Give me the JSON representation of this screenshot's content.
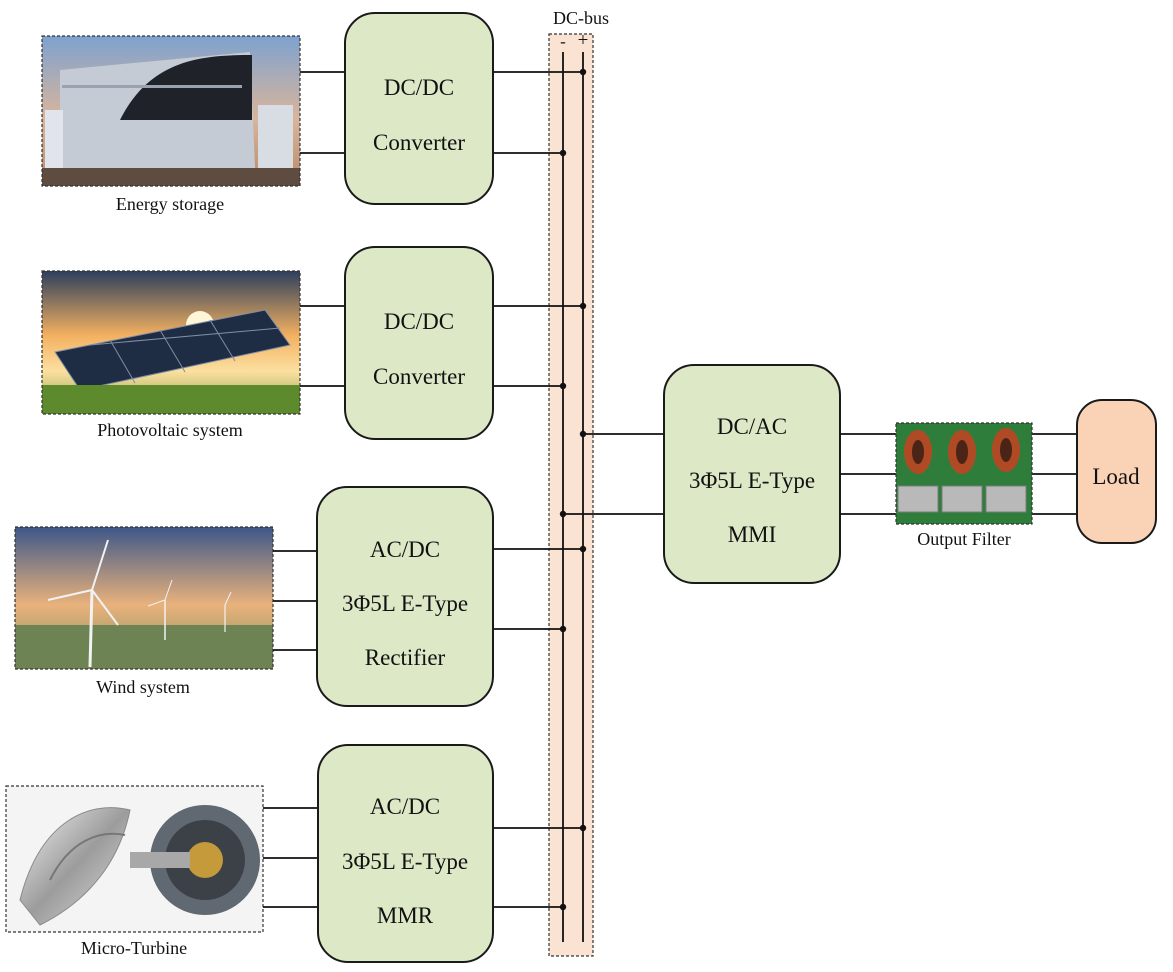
{
  "bus": {
    "label": "DC-bus",
    "minus": "-",
    "plus": "+"
  },
  "sources": {
    "energy_storage": "Energy storage",
    "photovoltaic": "Photovoltaic system",
    "wind": "Wind system",
    "micro_turbine": "Micro-Turbine"
  },
  "converters": {
    "dcdc1": [
      "DC/DC",
      "Converter"
    ],
    "dcdc2": [
      "DC/DC",
      "Converter"
    ],
    "rectifier": [
      "AC/DC",
      "3Φ5L E-Type",
      "Rectifier"
    ],
    "mmr": [
      "AC/DC",
      "3Φ5L E-Type",
      "MMR"
    ],
    "inverter": [
      "DC/AC",
      "3Φ5L E-Type",
      "MMI"
    ]
  },
  "output_filter": "Output Filter",
  "load": "Load",
  "colors": {
    "converter_fill": "#dde8c7",
    "bus_fill": "#fbe3d4",
    "load_fill": "#fad3b6"
  }
}
